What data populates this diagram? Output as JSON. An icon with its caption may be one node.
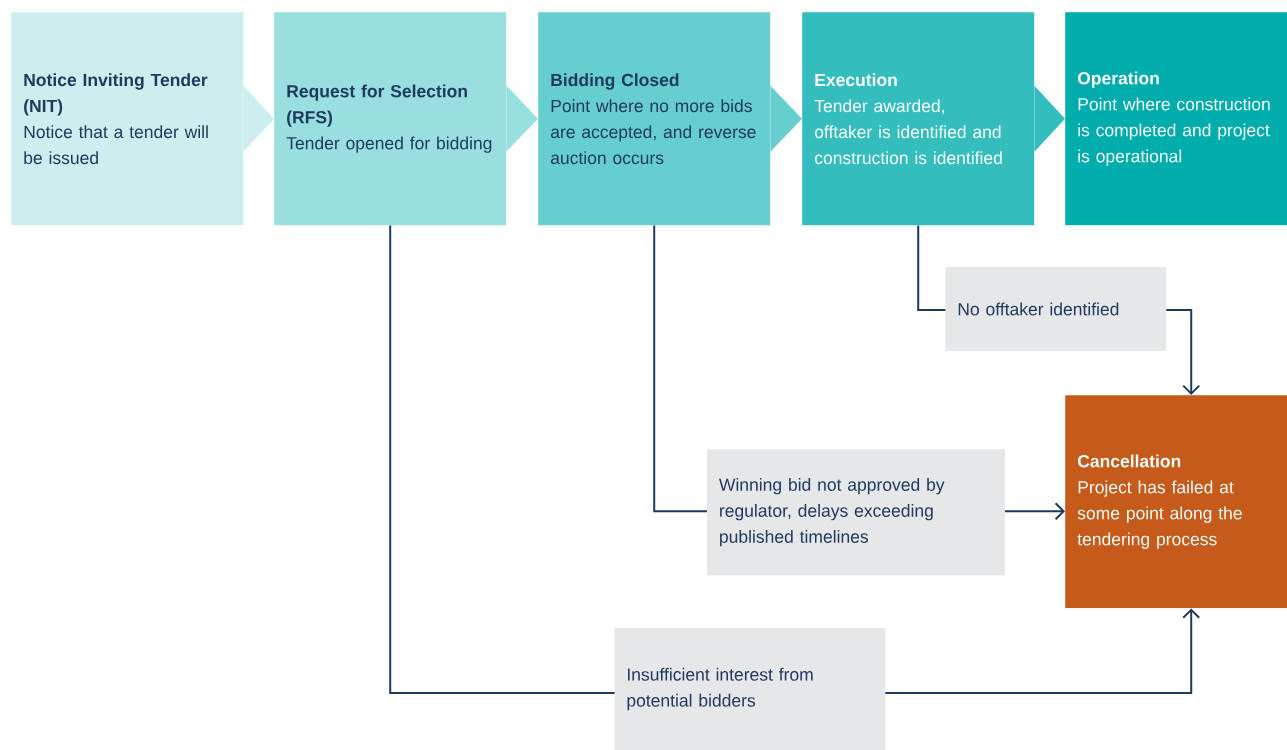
{
  "diagram": {
    "nodes": [
      {
        "text": [
          "Notice Inviting Tender (NIT)",
          "Notice that a tender will be issued"
        ]
      },
      {
        "text": [
          "Request for Selection (RFS)",
          "Tender opened for bidding"
        ]
      },
      {
        "text": [
          "Bidding Closed",
          "Point where no more bids are accepted, and reverse auction occurs"
        ]
      },
      {
        "text": [
          "Execution",
          "Tender awarded, offtaker is identified and construction is identified"
        ]
      },
      {
        "text": [
          "Operation",
          "Point where construction is completed and project is operational"
        ]
      },
      {
        "text": [
          "Cancellation",
          "Project has failed at some point along the tendering process"
        ]
      }
    ],
    "edges": [
      {
        "from": 0,
        "to": 1,
        "arrow": "to"
      },
      {
        "from": 1,
        "to": 2,
        "arrow": "to"
      },
      {
        "from": 2,
        "to": 3,
        "arrow": "to"
      },
      {
        "from": 3,
        "to": 4,
        "arrow": "to"
      },
      {
        "from": 3,
        "to": 5,
        "arrow": "to",
        "label": "No offtaker identified"
      },
      {
        "from": 2,
        "to": 5,
        "arrow": "to",
        "label": "Winning bid not approved by regulator, delays exceeding published timelines"
      },
      {
        "from": 1,
        "to": 5,
        "arrow": "to",
        "label": "Insufficient interest from potential bidders"
      }
    ]
  }
}
